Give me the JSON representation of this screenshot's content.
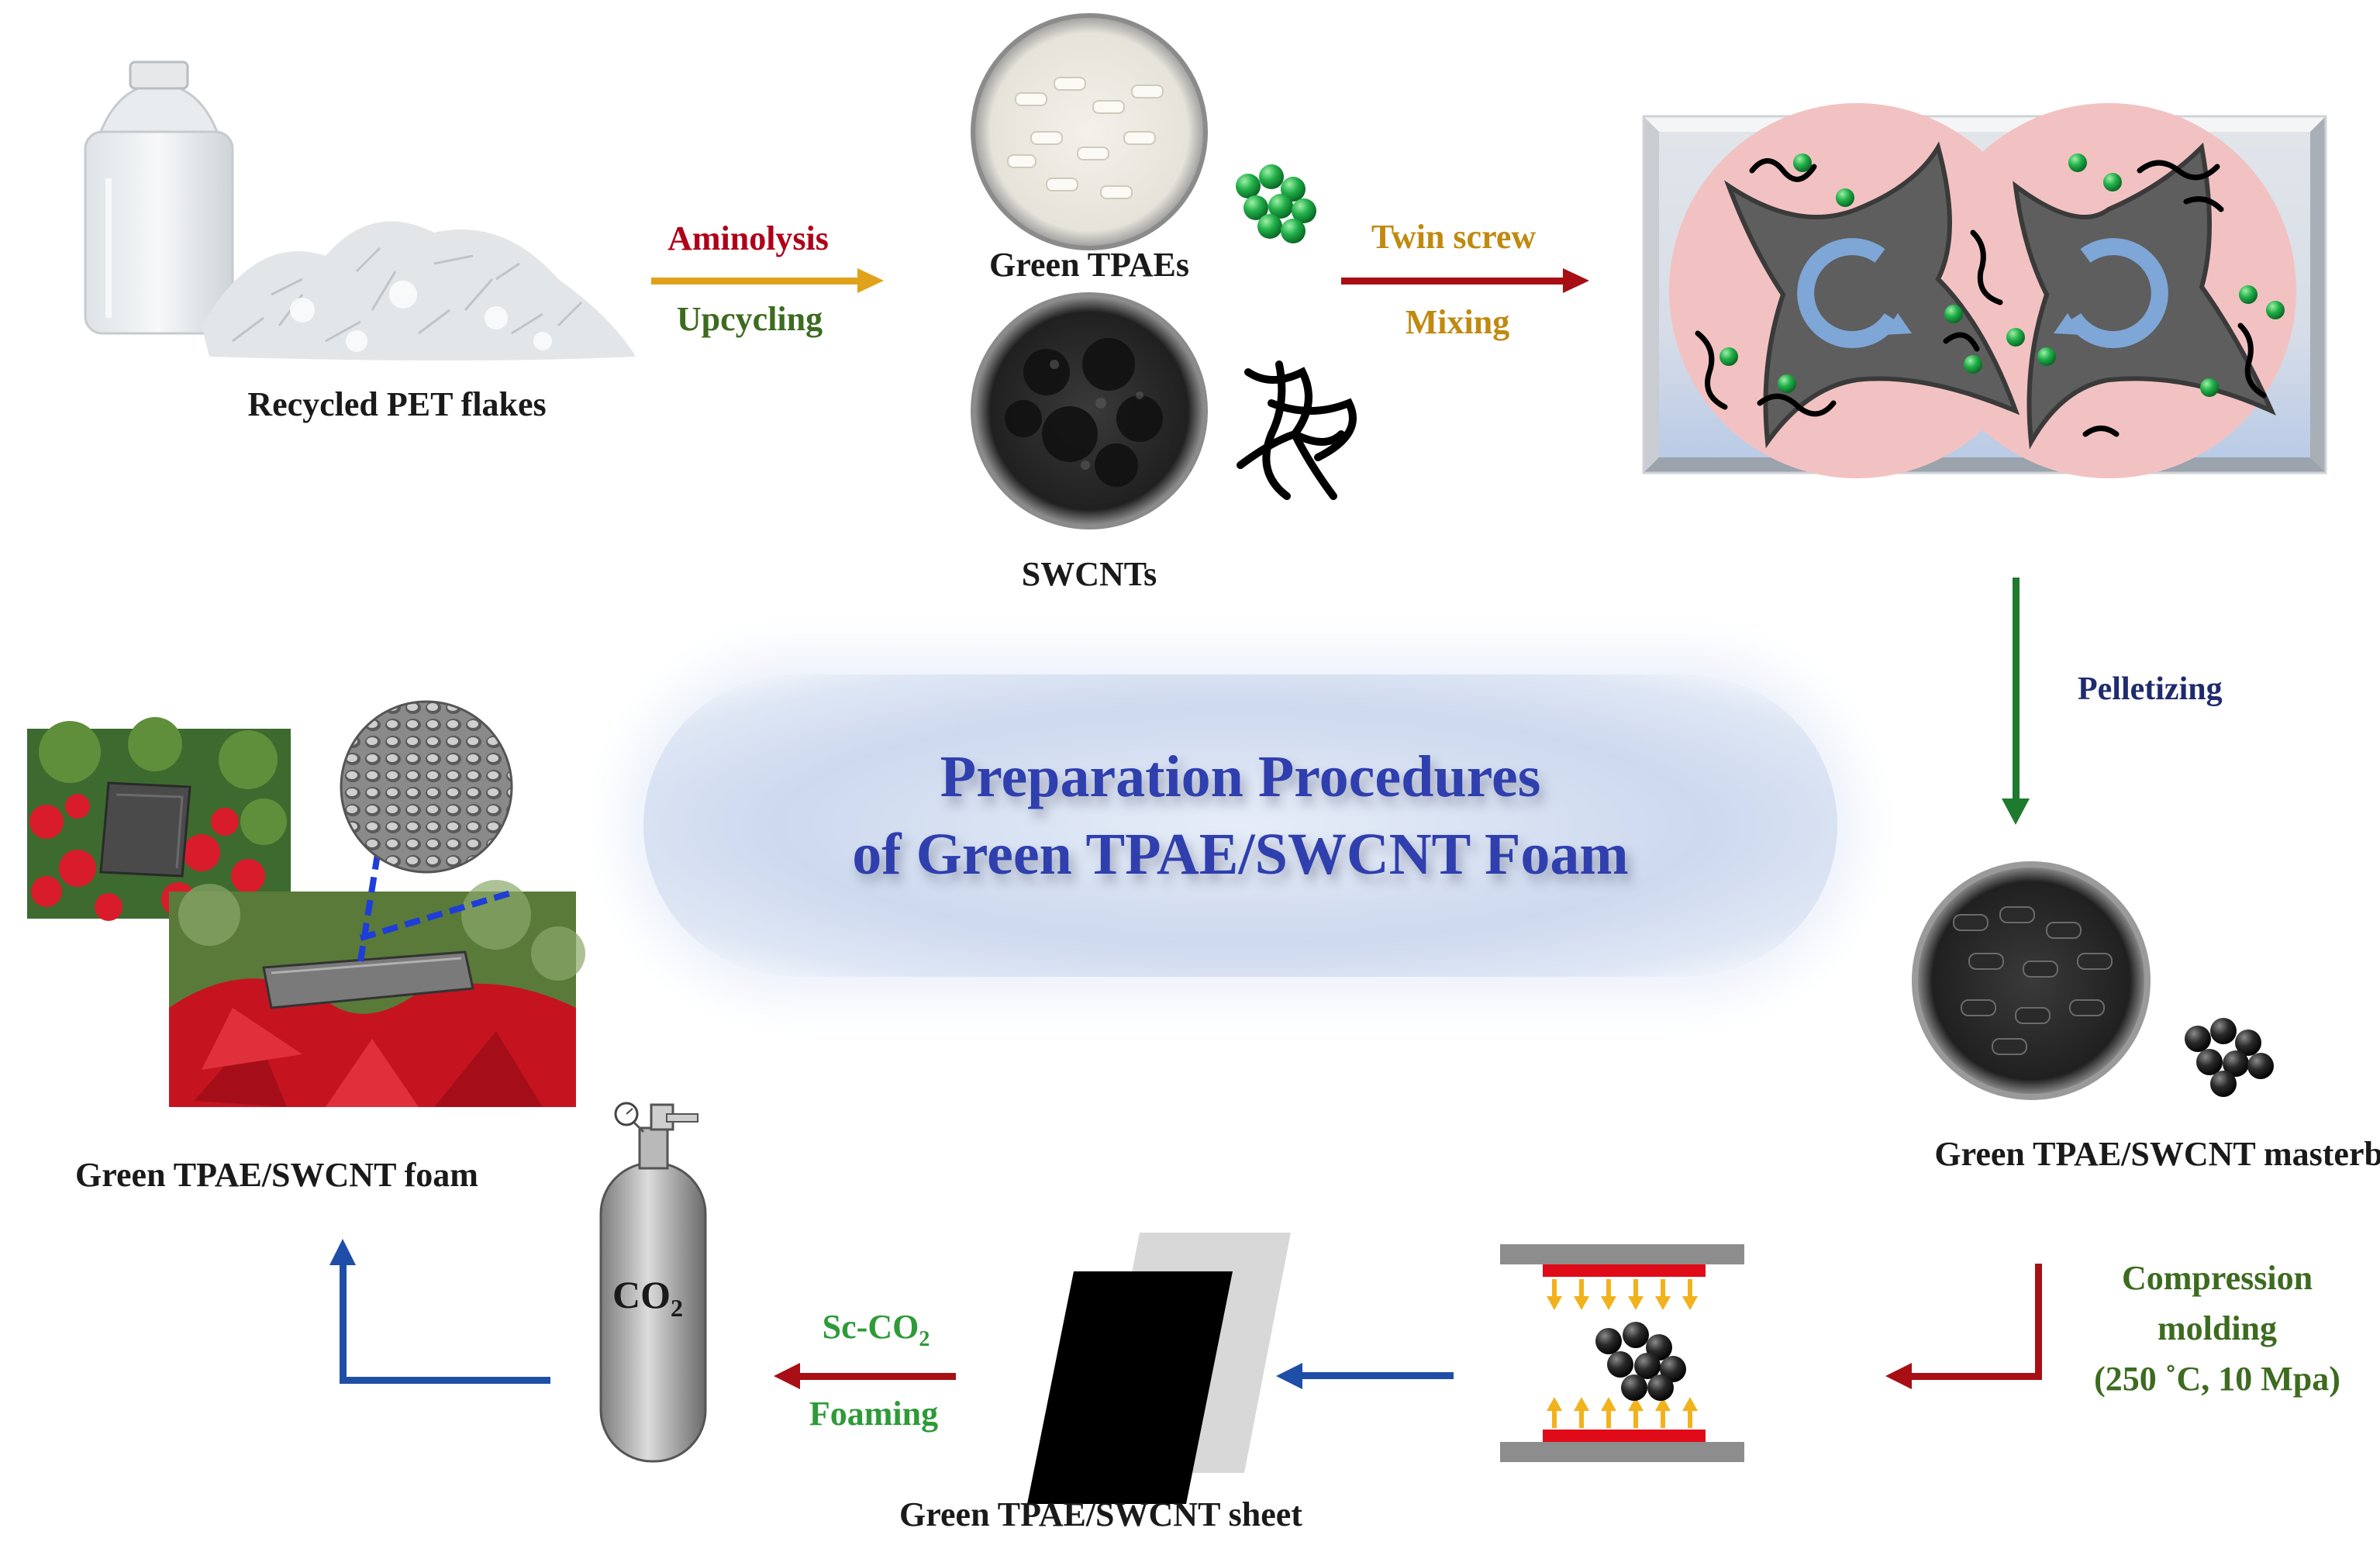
{
  "title": {
    "line1": "Preparation Procedures",
    "line2": "of Green TPAE/SWCNT Foam"
  },
  "labels": {
    "recycled_pet": "Recycled PET flakes",
    "green_tpaes": "Green TPAEs",
    "swcnts": "SWCNTs",
    "masterbatch": "Green TPAE/SWCNT masterbatch",
    "sheet": "Green TPAE/SWCNT sheet",
    "foam": "Green TPAE/SWCNT foam",
    "co2_main": "CO",
    "co2_sub": "2"
  },
  "steps": {
    "aminolysis": "Aminolysis",
    "upcycling": "Upcycling",
    "twin_screw": "Twin screw",
    "mixing": "Mixing",
    "pelletizing": "Pelletizing",
    "compression_line1": "Compression",
    "compression_line2": "molding",
    "compression_line3": "(250 ˚C, 10 Mpa)",
    "scco2_main": "Sc-CO",
    "scco2_sub": "2",
    "foaming": "Foaming"
  },
  "colors": {
    "title": "#2f3fae",
    "aminolysis": "#b00018",
    "upcycling": "#3d6b20",
    "twin_screw": "#c08a10",
    "mixing": "#c08a10",
    "pelletizing": "#1f2b6e",
    "compression": "#3d6b20",
    "scco2": "#2e9a38",
    "foaming": "#2e9a38"
  }
}
